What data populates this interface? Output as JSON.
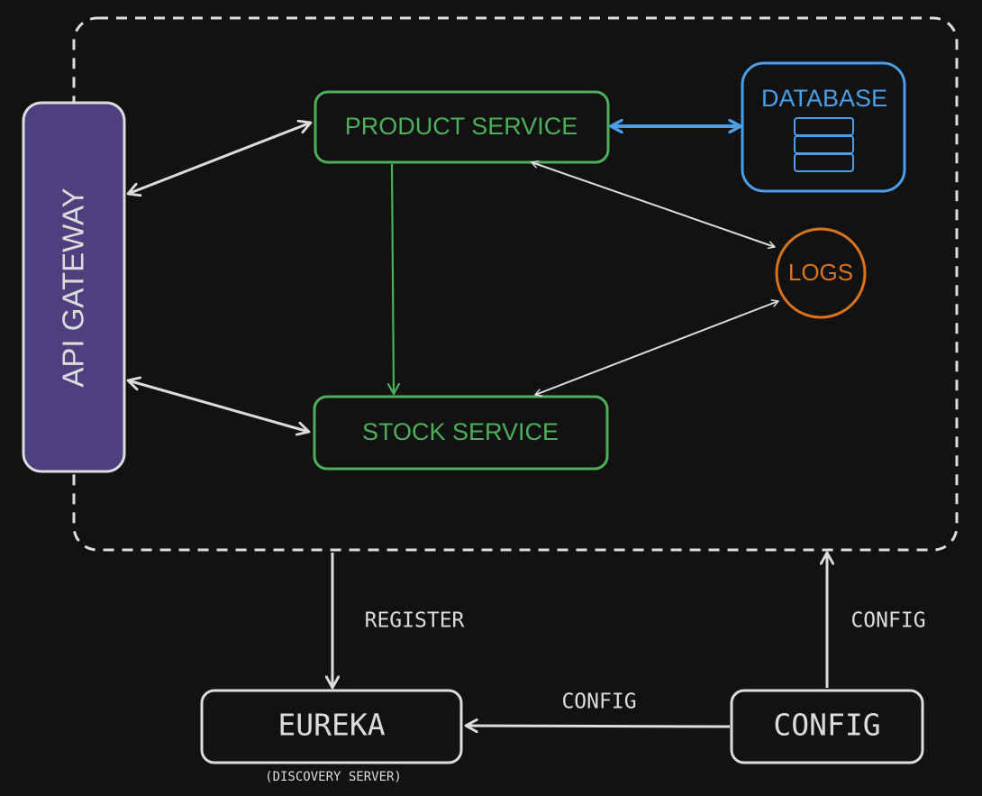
{
  "diagram": {
    "gateway_label": "API GATEWAY",
    "product_service_label": "PRODUCT SERVICE",
    "stock_service_label": "STOCK SERVICE",
    "database_label": "DATABASE",
    "logs_label": "LOGS",
    "eureka_label": "EUREKA",
    "eureka_sublabel": "(DISCOVERY SERVER)",
    "config_label": "CONFIG",
    "register_edge_label": "REGISTER",
    "config_to_eureka_edge_label": "CONFIG",
    "config_to_cluster_edge_label": "CONFIG"
  },
  "colors": {
    "background": "#121212",
    "line": "#dcdcdc",
    "service_green": "#4caf5a",
    "gateway_purple": "#4e3f7e",
    "database_blue": "#4a9fe8",
    "logs_orange": "#d9741c"
  }
}
